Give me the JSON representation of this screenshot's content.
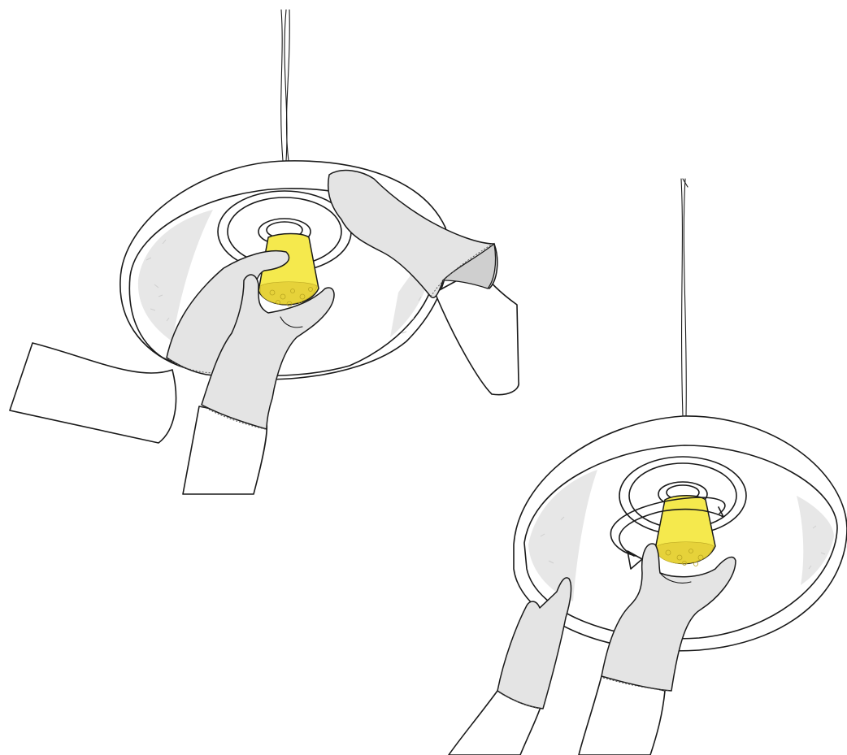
{
  "scenes": [
    {
      "id": "scene-1",
      "action": "hold-shade-and-grip-bulb"
    },
    {
      "id": "scene-2",
      "action": "rotate-bulb",
      "arrow": "rotate-arrow-icon"
    }
  ],
  "colors": {
    "bulb": "#f5e94d",
    "bulb_texture": "#e6d23a",
    "glove": "#e4e4e4",
    "foil": "#e7e7e7",
    "line": "#1a1a1a"
  }
}
